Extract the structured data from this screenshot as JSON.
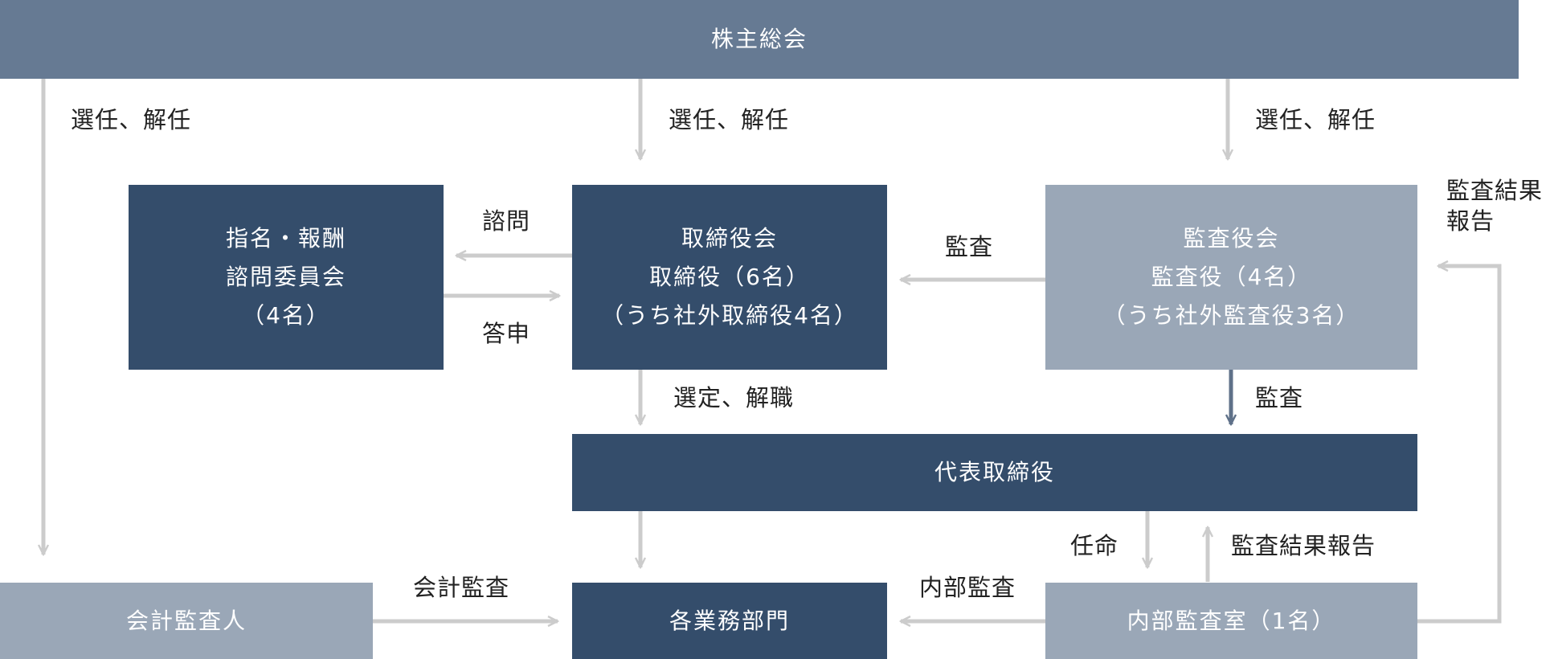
{
  "nodes": {
    "shareholders": {
      "lines": [
        "株主総会"
      ]
    },
    "nomination": {
      "lines": [
        "指名・報酬",
        "諮問委員会",
        "（4名）"
      ]
    },
    "board": {
      "lines": [
        "取締役会",
        "取締役（6名）",
        "（うち社外取締役4名）"
      ]
    },
    "audit_board": {
      "lines": [
        "監査役会",
        "監査役（4名）",
        "（うち社外監査役3名）"
      ]
    },
    "ceo": {
      "lines": [
        "代表取締役"
      ]
    },
    "accounting_auditor": {
      "lines": [
        "会計監査人"
      ]
    },
    "departments": {
      "lines": [
        "各業務部門"
      ]
    },
    "internal_audit": {
      "lines": [
        "内部監査室（1名）"
      ]
    }
  },
  "labels": {
    "elect_left": "選任、解任",
    "elect_center": "選任、解任",
    "elect_right": "選任、解任",
    "consult": "諮問",
    "reply": "答申",
    "audit_board_to_board": "監査",
    "audit_report_top_1": "監査結果",
    "audit_report_top_2": "報告",
    "appoint_dismiss": "選定、解職",
    "audit_to_ceo": "監査",
    "appoint": "任命",
    "audit_report_ceo": "監査結果報告",
    "accounting_audit": "会計監査",
    "internal_audit": "内部監査"
  },
  "colors": {
    "dark_box": "#344d6b",
    "light_box": "#9aa7b7",
    "top_bar": "#667a93",
    "arrow": "#cccccc",
    "emphasis_arrow": "#5f7189"
  }
}
